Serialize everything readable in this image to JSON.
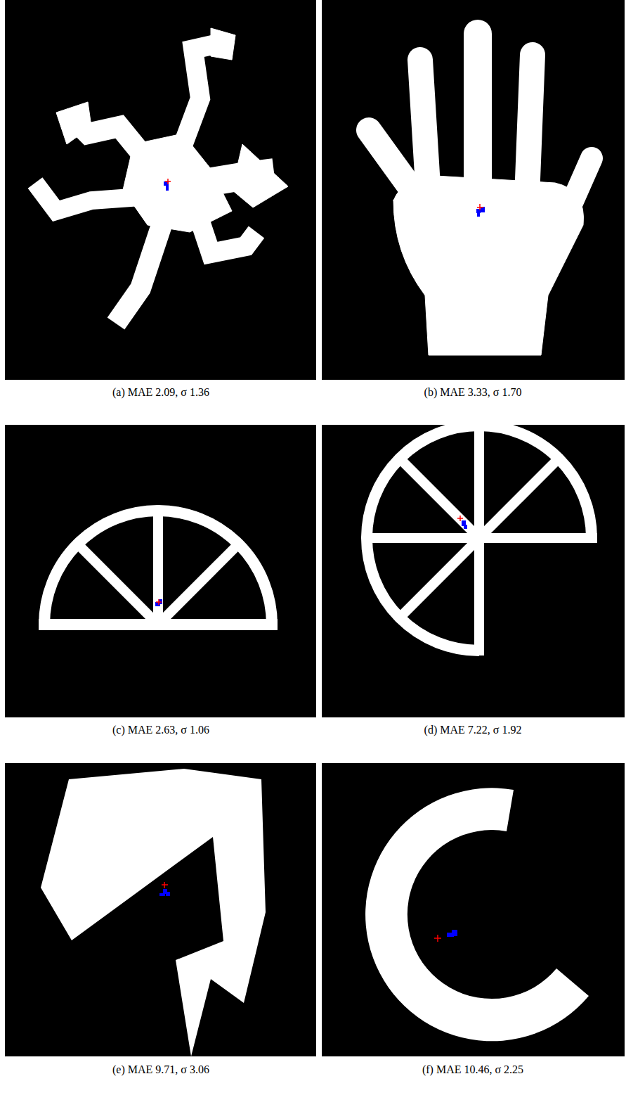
{
  "diagram": {
    "labels": [
      "(a) MAE 2.09, σ 1.36",
      "(b) MAE 3.33, σ 1.70",
      "(c) MAE 2.63, σ 1.06",
      "(d) MAE 7.22, σ 1.92",
      "(e) MAE 9.71, σ 3.06",
      "(f) MAE 10.46, σ 2.25"
    ]
  }
}
